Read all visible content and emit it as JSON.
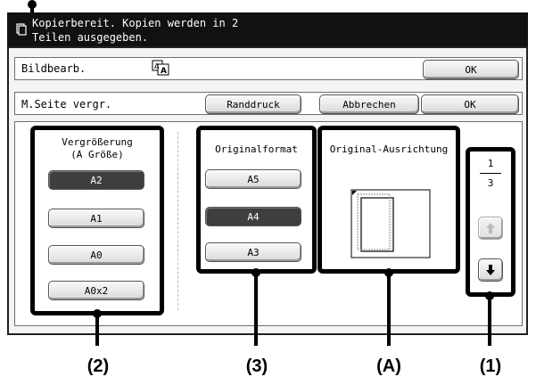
{
  "status": {
    "message_line1": "Kopierbereit. Kopien werden in 2",
    "message_line2": "Teilen ausgegeben."
  },
  "bildbearb_row": {
    "label": "Bildbearb.",
    "ok_label": "OK",
    "icon": "image-edit-icon"
  },
  "mseite_row": {
    "label": "M.Seite vergr.",
    "randdruck_label": "Randdruck",
    "abbrechen_label": "Abbrechen",
    "ok_label": "OK"
  },
  "enlargement": {
    "title_line1": "Vergrößerung",
    "title_line2": "(A Größe)",
    "options": [
      "A2",
      "A1",
      "A0",
      "A0x2"
    ],
    "selected": "A2"
  },
  "original_format": {
    "title": "Originalformat",
    "options": [
      "A5",
      "A4",
      "A3"
    ],
    "selected": "A4"
  },
  "orientation": {
    "title": "Original-Ausrichtung"
  },
  "pager": {
    "current": "1",
    "total": "3",
    "up_icon": "arrow-up-icon",
    "down_icon": "arrow-down-icon"
  },
  "callouts": {
    "c2": "(2)",
    "c3": "(3)",
    "cA": "(A)",
    "c1": "(1)"
  },
  "colors": {
    "selected_button": "#3e3e3e",
    "status_bar": "#111111"
  }
}
